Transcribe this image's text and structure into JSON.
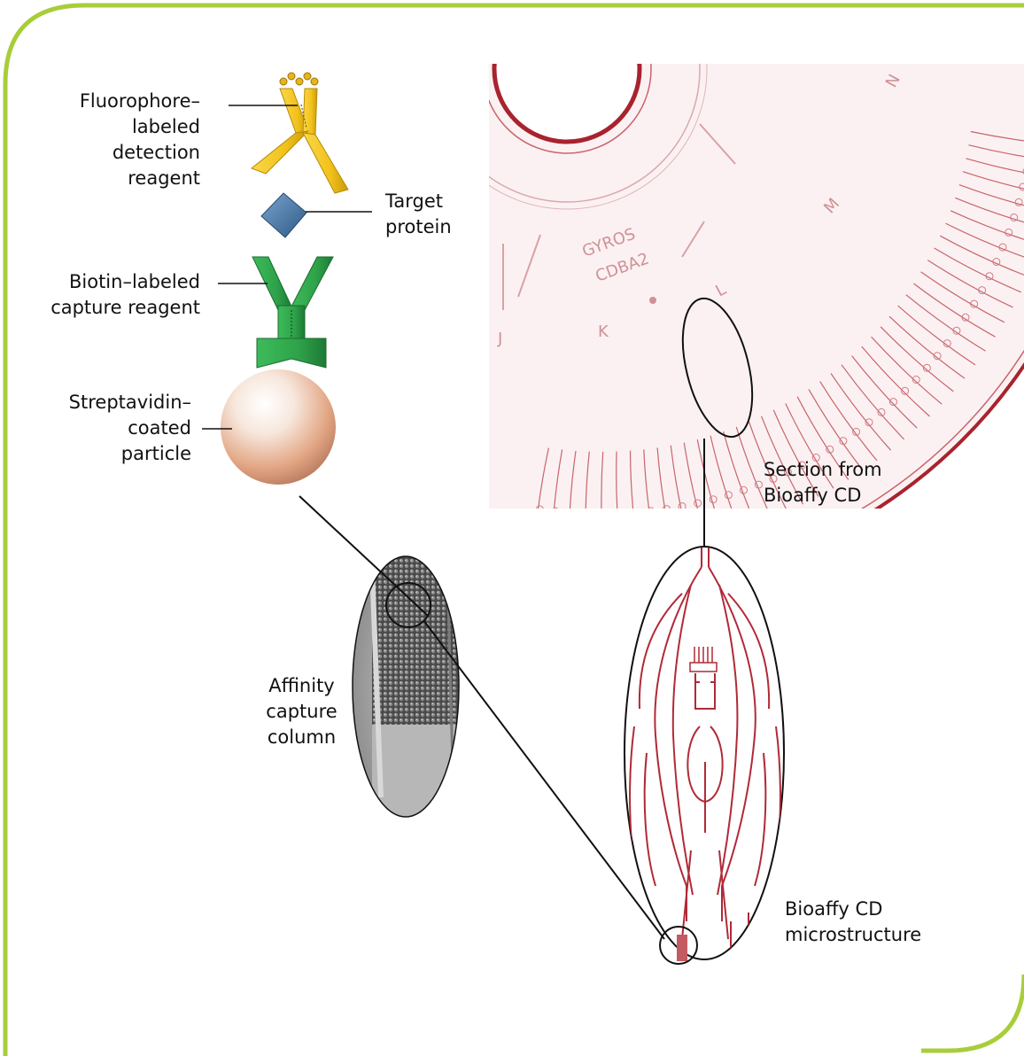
{
  "colors": {
    "frame": "#a9cd3a",
    "connector": "#111111",
    "antibody_yellow": "#f2c21b",
    "capture_green": "#2fa24a",
    "target_blue": "#4b78a8",
    "particle": "#e6b59a",
    "cd_red": "#b02a37"
  },
  "labels": {
    "detection_reagent": [
      "Fluorophore–",
      "labeled",
      "detection",
      "reagent"
    ],
    "target_protein": [
      "Target",
      "protein"
    ],
    "capture_reagent": [
      "Biotin–labeled",
      "capture reagent"
    ],
    "particle": [
      "Streptavidin–",
      "coated",
      "particle"
    ],
    "column": [
      "Affinity",
      "capture",
      "column"
    ],
    "cd_section": [
      "Section from",
      "Bioaffy CD"
    ],
    "microstructure": [
      "Bioaffy CD",
      "microstructure"
    ]
  },
  "cd_markings": {
    "brand": "GYROS",
    "code": "CDBA2",
    "letters": [
      "J",
      "K",
      "L",
      "M",
      "N"
    ]
  },
  "icons": [
    "antibody-icon",
    "target-protein-icon",
    "capture-antibody-icon",
    "streptavidin-bead-icon",
    "column-micrograph",
    "cd-disc-photo",
    "microstructure-drawing"
  ]
}
